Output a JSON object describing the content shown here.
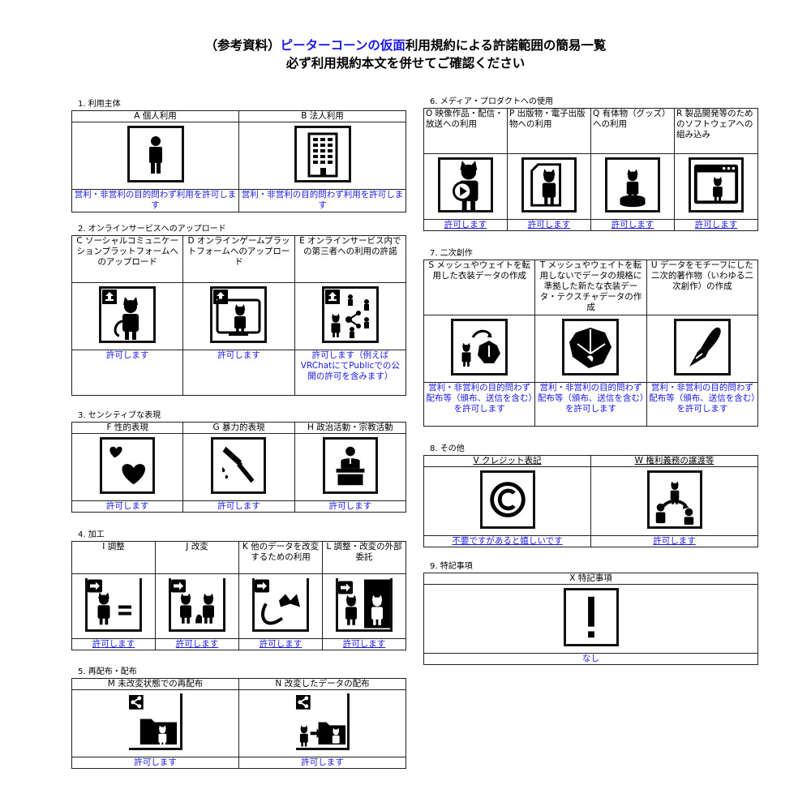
{
  "title": {
    "line1_prefix": "（参考資料）",
    "line1_highlight": "ピーターコーンの仮面",
    "line1_suffix": "利用規約による許諾範囲の簡易一覧",
    "line2": "必ず利用規約本文を併せてご確認ください"
  },
  "colors": {
    "accent": "#1a1ae6",
    "border": "#222222",
    "text": "#000000"
  },
  "sections": {
    "s1": {
      "label": "1. 利用主体",
      "items": [
        {
          "header": "A 個人利用",
          "icon": "person-icon",
          "result": "営利・非営利の目的問わず利用を許可します"
        },
        {
          "header": "B 法人利用",
          "icon": "building-icon",
          "result": "営利・非営利の目的問わず利用を許可します"
        }
      ]
    },
    "s2": {
      "label": "2. オンラインサービスへのアップロード",
      "items": [
        {
          "header": "C ソーシャルコミュニケーションプラットフォームへのアップロード",
          "icon": "upload-avatar-icon",
          "result": "許可します"
        },
        {
          "header": "D オンラインゲームプラットフォームへのアップロード",
          "icon": "upload-monitor-icon",
          "result": "許可します"
        },
        {
          "header": "E オンラインサービス内での第三者への利用の許諾",
          "icon": "upload-share-icon",
          "result": "許可します（例えばVRChatにてPublicでの公開の許可を含みます）"
        }
      ]
    },
    "s3": {
      "label": "3. センシティブな表現",
      "items": [
        {
          "header": "F 性的表現",
          "icon": "hearts-icon",
          "result": "許可します"
        },
        {
          "header": "G 暴力的表現",
          "icon": "knife-icon",
          "result": "許可します"
        },
        {
          "header": "H 政治活動・宗教活動",
          "icon": "podium-icon",
          "result": "許可します"
        }
      ]
    },
    "s4": {
      "label": "4. 加工",
      "items": [
        {
          "header": "I 調整",
          "icon": "adjust-icon",
          "result": "許可します"
        },
        {
          "header": "J 改変",
          "icon": "modify-icon",
          "result": "許可します"
        },
        {
          "header": "K 他のデータを改変するための利用",
          "icon": "parts-icon",
          "result": "許可します"
        },
        {
          "header": "L 調整・改変の外部委託",
          "icon": "outsource-icon",
          "result": "許可します"
        }
      ]
    },
    "s5": {
      "label": "5. 再配布・配布",
      "items": [
        {
          "header": "M 未改変状態での再配布",
          "icon": "share-folder-icon",
          "result": "許可します"
        },
        {
          "header": "N 改変したデータの配布",
          "icon": "share-modified-icon",
          "result": "許可します"
        }
      ]
    },
    "s6": {
      "label": "6. メディア・プロダクトへの使用",
      "items": [
        {
          "header": "O 映像作品・配信・放送への利用",
          "icon": "video-icon",
          "result": "許可します"
        },
        {
          "header": "P 出版物・電子出版物への利用",
          "icon": "publication-icon",
          "result": "許可します"
        },
        {
          "header": "Q 有体物（グッズ）への利用",
          "icon": "figure-icon",
          "result": "許可します"
        },
        {
          "header": "R 製品開発等のためのソフトウェアへの組み込み",
          "icon": "software-icon",
          "result": "許可します"
        }
      ]
    },
    "s7": {
      "label": "7. 二次創作",
      "items": [
        {
          "header": "S メッシュやウェイトを転用した衣装データの作成",
          "icon": "costume-convert-icon",
          "result": "営利・非営利の目的問わず配布等（頒布、送信を含む）を許可します"
        },
        {
          "header": "T メッシュやウェイトを転用しないでデータの規格に準拠した新たな衣装データ・テクスチャデータの作成",
          "icon": "costume-icon",
          "result": "営利・非営利の目的問わず配布等（頒布、送信を含む）を許可します"
        },
        {
          "header": "U データをモチーフにした二次的著作物（いわゆる二次創作）の作成",
          "icon": "pen-icon",
          "result": "営利・非営利の目的問わず配布等（頒布、送信を含む）を許可します"
        }
      ]
    },
    "s8": {
      "label": "8. その他",
      "items": [
        {
          "header": "V クレジット表記",
          "icon": "copyright-icon",
          "result": "不要ですがあると嬉しいです"
        },
        {
          "header": "W 権利義務の譲渡等",
          "icon": "transfer-icon",
          "result": "許可します"
        }
      ]
    },
    "s9": {
      "label": "9. 特記事項",
      "items": [
        {
          "header": "X 特記事項",
          "icon": "exclamation-icon",
          "result": "なし"
        }
      ]
    }
  }
}
